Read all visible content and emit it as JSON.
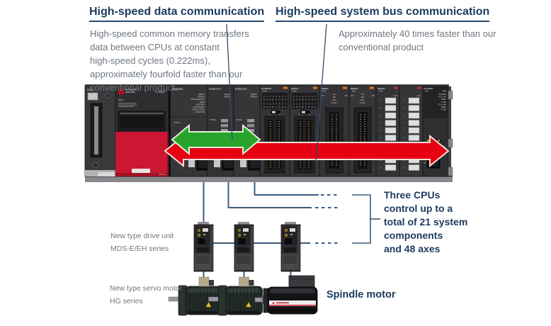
{
  "headings": {
    "data_comm": "High-speed data communication",
    "bus_comm": "High-speed system bus communication"
  },
  "paragraphs": {
    "data_comm_lines": [
      "High-speed common memory transfers",
      "data between CPUs at constant",
      "high-speed cycles (0.222ms),",
      "approximately fourfold faster than our",
      "conventional product."
    ],
    "bus_comm_lines": [
      "Approximately 40 times faster than our",
      "conventional product"
    ]
  },
  "notes": {
    "three_cpus_lines": [
      "Three CPUs",
      "control up to a",
      "total of 21 system",
      "components",
      "and 48 axes"
    ],
    "drive_unit_lines": [
      "New type drive unit",
      "MDS-E/EH series"
    ],
    "servo_motor_lines": [
      "New type servo motor",
      "HG series"
    ],
    "spindle_motor": "Spindle motor"
  },
  "rack": {
    "base_label": "R35B",
    "power": {
      "brand1": "MITSUBISHI",
      "brand2": "ELECTRIC",
      "power": "POWER",
      "model": "R61P",
      "panel_brand": "MITSUBISHI",
      "pull": "▼PULL"
    },
    "cpu_main": {
      "name": "R04CPU",
      "leds": [
        "READY",
        "ERROR",
        "PROGRAM RUN",
        "USER",
        "BATTERY",
        "CARD READY",
        "CARD ACCESS",
        "FUNCTION"
      ],
      "pull": "▼PULL",
      "port_label": "100BASE-TX"
    },
    "cpu_nc1": {
      "name": "R16NCCPU",
      "led1": "READY",
      "led2": "ERROR",
      "pull": "▼PULL"
    },
    "cpu_nc2": {
      "name": "R16NCCPU",
      "led1": "READY",
      "led2": "ERROR",
      "pull": "▼PULL"
    },
    "io1": {
      "name": "RY40NT5P",
      "run": "RUN",
      "row1": "01234567",
      "row2": "89ABCDEF",
      "c": "C",
      "d": "D"
    },
    "io2": {
      "name": "RX40C7",
      "run": "RUN",
      "row1": "01234567",
      "row2": "89ABCDEF",
      "c": "C",
      "d": "D"
    },
    "counter1": {
      "name": "RD62P2",
      "run": "RUN",
      "ch1": "CH1",
      "ch2": "CH2",
      "rows": [
        "- RA -",
        "- RB -",
        "- DEC -",
        "- FUNC -"
      ]
    },
    "counter2": {
      "name": "RD62P2",
      "run": "RUN",
      "ch1": "CH1",
      "ch2": "CH2",
      "rows": [
        "- RA -",
        "- RB -",
        "- DEC -",
        "- FUNC -"
      ]
    },
    "analog1": {
      "name": "R60AD4",
      "run": "RUN",
      "alm": "ALM"
    },
    "analog2": {
      "alm": "ALM"
    },
    "network": {
      "name": "RJ71EN71",
      "run": "RUN",
      "err": "ERR",
      "rows": [
        "MST/PRM",
        "P1 D LINK",
        "SD/RD",
        "P LINK",
        "P2 D LINK",
        "SD/RD",
        "P LINK"
      ],
      "p2": "P2"
    }
  },
  "colors": {
    "accent_navy": "#1c3a5e",
    "body_gray": "#6e7780",
    "line_blue": "#3d5c7d",
    "arrow_green": "#28a42c",
    "arrow_red": "#e60012",
    "mitsubishi_red": "#cb1732"
  }
}
